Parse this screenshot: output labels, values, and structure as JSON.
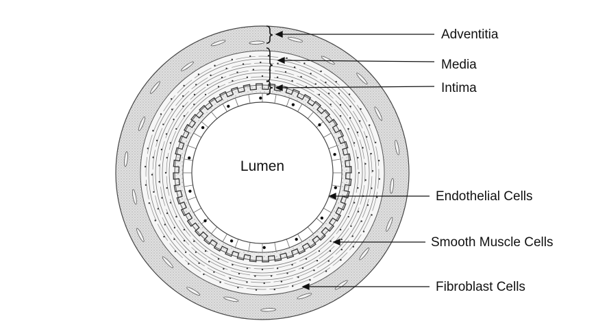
{
  "diagram": {
    "center_label": "Lumen",
    "labels": {
      "adventitia": "Adventitia",
      "media": "Media",
      "intima": "Intima",
      "endothelial": "Endothelial Cells",
      "smooth_muscle": "Smooth Muscle Cells",
      "fibroblast": "Fibroblast Cells"
    },
    "colors": {
      "adventitia_fill": "#dcdcdc",
      "media_fill": "#f4f4f4",
      "intima_fill": "#e2e2e2",
      "lumen_fill": "#ffffff",
      "stroke": "#333333"
    }
  }
}
